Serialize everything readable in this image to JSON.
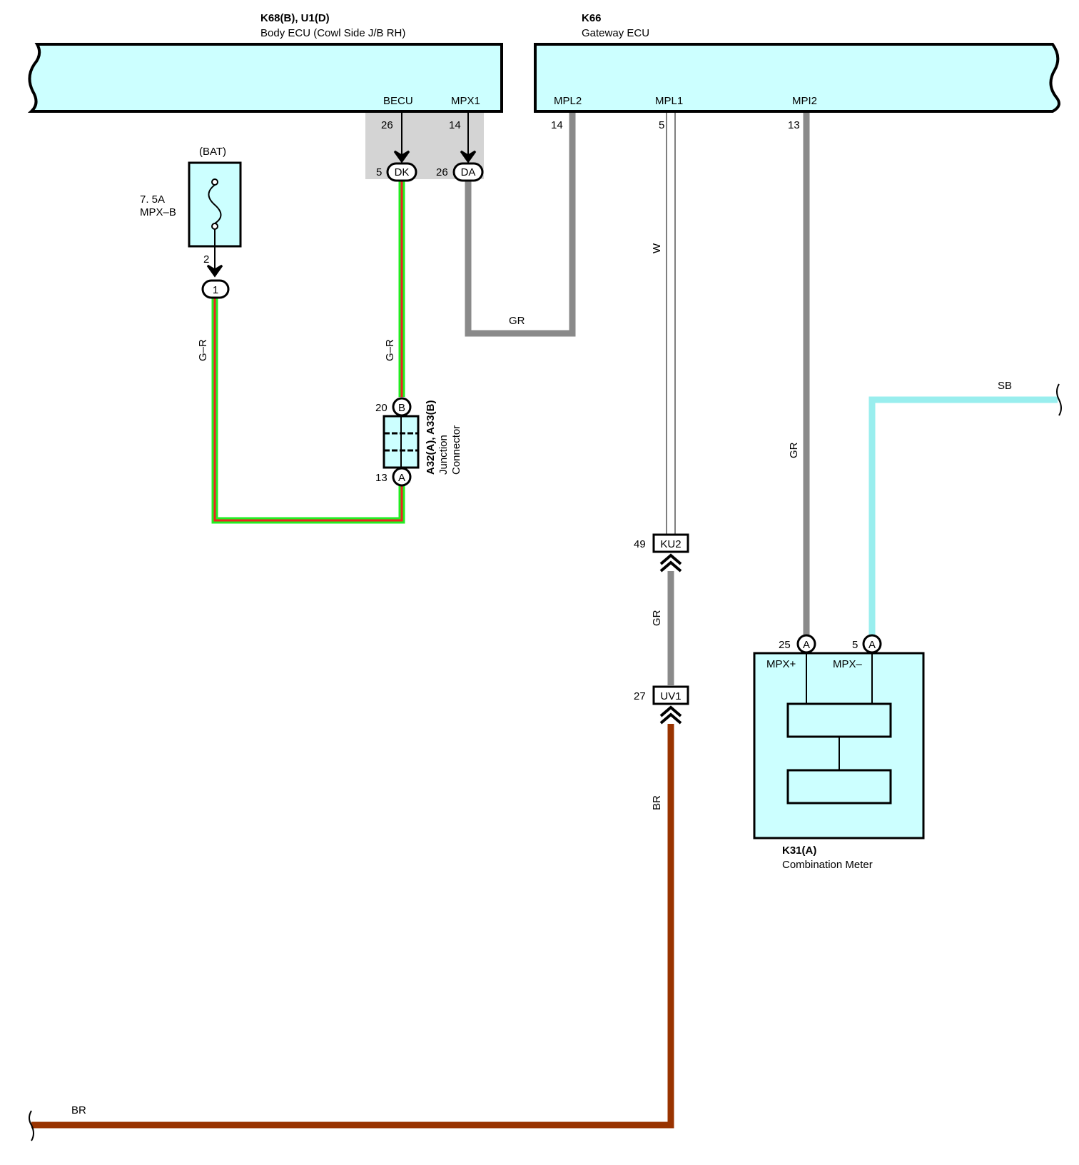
{
  "colors": {
    "ecu_fill": "#ccffff",
    "highlight_bg": "#d4d4d4",
    "wire_gr": "#8a8a8a",
    "wire_green": "#22ee22",
    "wire_red": "#ee2222",
    "wire_sb": "#99eeee",
    "wire_br": "#993300",
    "wire_w_outline": "#555555"
  },
  "body_ecu": {
    "code": "K68(B), U1(D)",
    "name": "Body ECU (Cowl Side J/B RH)",
    "pins": [
      {
        "label": "BECU",
        "pin": "26",
        "connector": "DK",
        "connector_pin": "5"
      },
      {
        "label": "MPX1",
        "pin": "14",
        "connector": "DA",
        "connector_pin": "26"
      }
    ]
  },
  "gateway_ecu": {
    "code": "K66",
    "name": "Gateway ECU",
    "pins": [
      {
        "label": "MPL2",
        "pin": "14"
      },
      {
        "label": "MPL1",
        "pin": "5"
      },
      {
        "label": "MPI2",
        "pin": "13"
      }
    ]
  },
  "fuse": {
    "source": "(BAT)",
    "rating": "7. 5A",
    "name": "MPX–B",
    "pin": "2",
    "connector": "1"
  },
  "junction_connector": {
    "code": "A32(A), A33(B)",
    "name_line1": "Junction",
    "name_line2": "Connector",
    "pin_b_num": "20",
    "pin_b": "B",
    "pin_a_num": "13",
    "pin_a": "A"
  },
  "inline_connectors": [
    {
      "name": "KU2",
      "pin": "49"
    },
    {
      "name": "UV1",
      "pin": "27"
    }
  ],
  "combination_meter": {
    "code": "K31(A)",
    "name": "Combination Meter",
    "pins": [
      {
        "label": "MPX+",
        "pin": "25",
        "connector": "A"
      },
      {
        "label": "MPX–",
        "pin": "5",
        "connector": "A"
      }
    ]
  },
  "wires": {
    "fuse_to_junction": "G–R",
    "becu_to_junction": "G–R",
    "mpx1_to_mpl2": "GR",
    "mpl1": "W",
    "ku2_to_uv1": "GR",
    "uv1_down": "BR",
    "bottom_br": "BR",
    "mpi2": "GR",
    "sb": "SB"
  }
}
